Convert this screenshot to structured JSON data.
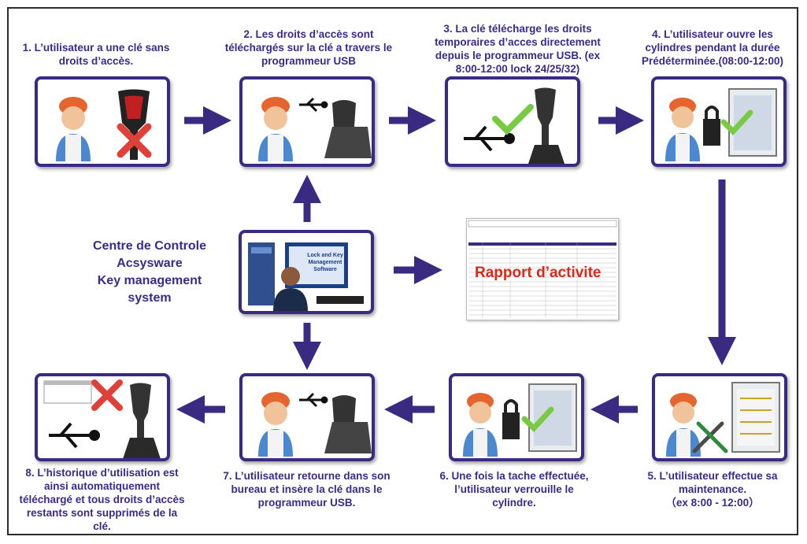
{
  "steps": {
    "s1": "1. L’utilisateur a une clé sans droits d’accès.",
    "s2": "2. Les droits d’accès sont téléchargés sur la clé a travers le programmeur USB",
    "s3": "3. La clé télécharge les droits temporaires d’acces directement depuis le programmeur USB. (ex 8:00-12:00 lock 24/25/32)",
    "s4": "4. L’utilisateur ouvre les cylindres pendant la durée Prédéterminée.(08:00-12:00)",
    "s5_num": "5.",
    "s5": "L’utilisateur effectue sa maintenance.",
    "s5_time": "（ex 8:00 - 12:00）",
    "s6_num": "6.",
    "s6": "Une fois la tache effectuée, l’utilisateur verrouille le cylindre.",
    "s7": "7.  L’utilisateur retourne dans son bureau et insère la clé dans le programmeur USB.",
    "s8": "8.   L’historique d’utilisation est ainsi automatiquement téléchargé et tous droits d’accès restants sont supprimés de la clé."
  },
  "center": {
    "line1": "Centre de Controle",
    "line2": "Acsysware",
    "line3": "Key management",
    "line4": "system",
    "screen_text": "Lock and Key Management Software"
  },
  "report": {
    "title": "Rapport d’activite"
  },
  "colors": {
    "accent": "#3b2a82",
    "arrow": "#3b2a82",
    "check": "#7ac943",
    "cross": "#e0403a",
    "report_title": "#e0261b"
  }
}
